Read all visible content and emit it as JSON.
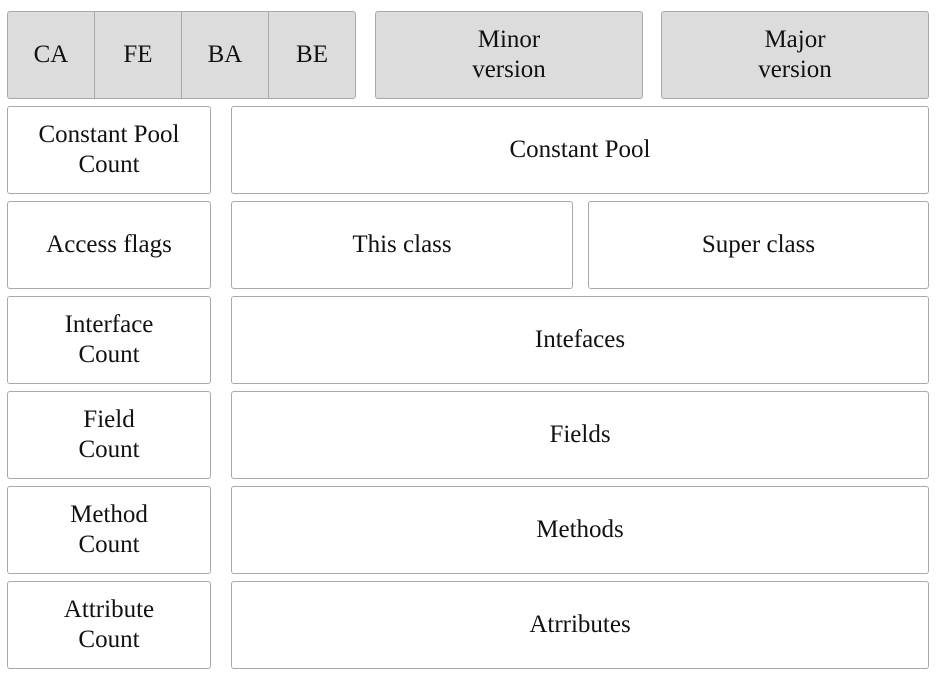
{
  "header": {
    "magic_bytes": [
      "CA",
      "FE",
      "BA",
      "BE"
    ],
    "minor_version": "Minor\nversion",
    "major_version": "Major\nversion"
  },
  "rows": {
    "constant_pool_count": "Constant Pool\nCount",
    "constant_pool": "Constant Pool",
    "access_flags": "Access flags",
    "this_class": "This class",
    "super_class": "Super class",
    "interface_count": "Interface\nCount",
    "interfaces": "Intefaces",
    "field_count": "Field\nCount",
    "fields": "Fields",
    "method_count": "Method\nCount",
    "methods": "Methods",
    "attribute_count": "Attribute\nCount",
    "attributes": "Atrributes"
  },
  "colors": {
    "header_fill": "#dcdcdc",
    "body_fill": "#ffffff",
    "border": "#a9a9a9"
  }
}
